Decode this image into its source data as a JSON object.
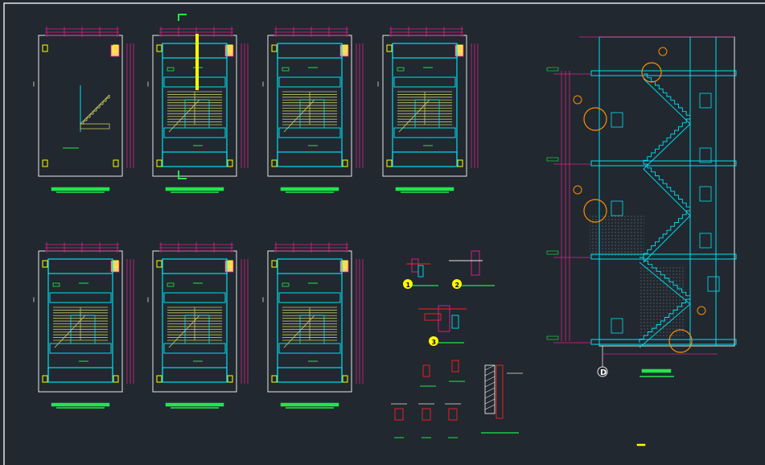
{
  "colors": {
    "background": "#212830",
    "frame": "#e6e6e6",
    "dimension": "#e0208a",
    "wall": "#00e0f0",
    "stair": "#c8c860",
    "label": "#22e64a",
    "white": "#ffffff",
    "highlight": "#ffff00",
    "callout": "#ff8c00",
    "red": "#ff2020",
    "column": "#ffd070"
  },
  "section_marker": {
    "label": "D"
  },
  "callouts": [
    "1",
    "2",
    "3"
  ],
  "plans": [
    "a",
    "b",
    "c",
    "d",
    "e",
    "f",
    "g"
  ]
}
